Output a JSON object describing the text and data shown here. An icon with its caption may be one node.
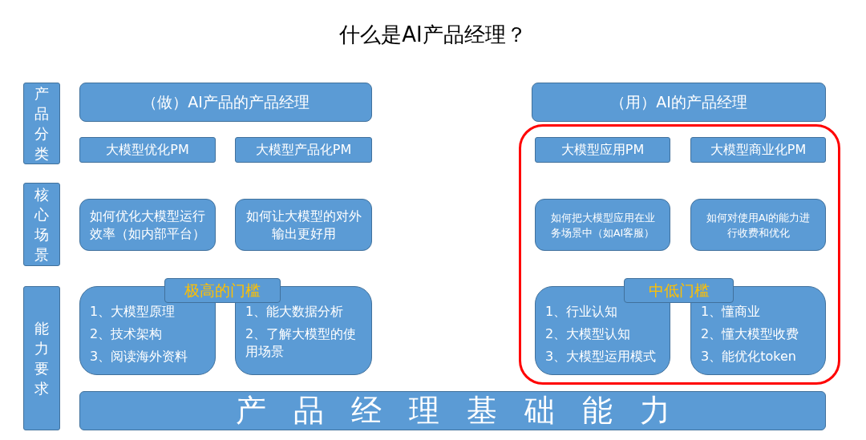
{
  "diagram": {
    "title": "什么是AI产品经理？",
    "nodes": [
      {
        "text": [
          "产品分类"
        ]
      },
      {
        "text": [
          "核心场景"
        ]
      },
      {
        "text": [
          "能力要求"
        ]
      },
      {
        "text": [
          "（做）AI产品的产品经理"
        ]
      },
      {
        "text": [
          "（用）AI的产品经理"
        ]
      },
      {
        "text": [
          "大模型优化PM"
        ]
      },
      {
        "text": [
          "大模型产品化PM"
        ]
      },
      {
        "text": [
          "大模型应用PM"
        ]
      },
      {
        "text": [
          "大模型商业化PM"
        ]
      },
      {
        "text": [
          "如何优化大模型运行效率（如内部平台）"
        ]
      },
      {
        "text": [
          "如何让大模型的对外输出更好用"
        ]
      },
      {
        "text": [
          "如何把大模型应用在业务场景中（如AI客服）"
        ]
      },
      {
        "text": [
          "如何对使用AI的能力进行收费和优化"
        ]
      },
      {
        "text": [
          "极高的门槛"
        ]
      },
      {
        "text": [
          "1、大模型原理",
          "2、技术架构",
          "3、阅读海外资料"
        ]
      },
      {
        "text": [
          "1、能大数据分析",
          "2、了解大模型的使用场景"
        ]
      },
      {
        "text": [
          "中低门槛"
        ]
      },
      {
        "text": [
          "1、行业认知",
          "2、大模型认知",
          "3、大模型运用模式"
        ]
      },
      {
        "text": [
          "1、懂商业",
          "2、懂大模型收费",
          "3、能优化token"
        ]
      },
      {
        "text": [
          "产品经理基础能力"
        ]
      }
    ]
  }
}
